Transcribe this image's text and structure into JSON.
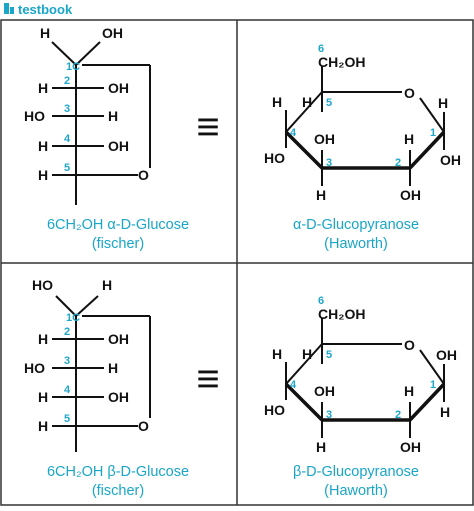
{
  "brand": {
    "name": "testbook"
  },
  "panels": [
    {
      "fischer": {
        "top_left": "H",
        "top_right": "OH",
        "rows": [
          {
            "num": "1C",
            "left": "",
            "right": ""
          },
          {
            "num": "2",
            "left": "H",
            "right": "OH"
          },
          {
            "num": "3",
            "left": "HO",
            "right": "H"
          },
          {
            "num": "4",
            "left": "H",
            "right": "OH"
          },
          {
            "num": "5",
            "left": "H",
            "right": ""
          }
        ],
        "ring_oxygen": "O",
        "caption_line1": "6CH₂OH α-D-Glucose",
        "caption_line2": "(fischer)"
      },
      "haworth": {
        "c6_number": "6",
        "c6_group": "CH₂OH",
        "ring_oxygen": "O",
        "c5_h": "H",
        "c5_num": "5",
        "c4_h": "H",
        "c4_num": "4",
        "c4_oh": "HO",
        "c3_oh": "OH",
        "c3_h": "H",
        "c3_num": "3",
        "c2_h": "H",
        "c2_oh": "OH",
        "c2_num": "2",
        "c1_h": "H",
        "c1_num": "1",
        "c1_oh": "OH",
        "caption_line1": "α-D-Glucopyranose",
        "caption_line2": "(Haworth)"
      }
    },
    {
      "fischer": {
        "top_left": "HO",
        "top_right": "H",
        "rows": [
          {
            "num": "1C",
            "left": "",
            "right": ""
          },
          {
            "num": "2",
            "left": "H",
            "right": "OH"
          },
          {
            "num": "3",
            "left": "HO",
            "right": "H"
          },
          {
            "num": "4",
            "left": "H",
            "right": "OH"
          },
          {
            "num": "5",
            "left": "H",
            "right": ""
          }
        ],
        "ring_oxygen": "O",
        "caption_line1": "6CH₂OH β-D-Glucose",
        "caption_line2": "(fischer)"
      },
      "haworth": {
        "c6_number": "6",
        "c6_group": "CH₂OH",
        "ring_oxygen": "O",
        "c5_h": "H",
        "c5_num": "5",
        "c4_h": "H",
        "c4_num": "4",
        "c4_oh": "HO",
        "c3_oh": "OH",
        "c3_h": "H",
        "c3_num": "3",
        "c2_h": "H",
        "c2_oh": "OH",
        "c2_num": "2",
        "c1_h": "OH",
        "c1_num": "1",
        "c1_oh": "H",
        "caption_line1": "β-D-Glucopyranose",
        "caption_line2": "(Haworth)"
      }
    }
  ],
  "equivalence_symbol": "≡"
}
